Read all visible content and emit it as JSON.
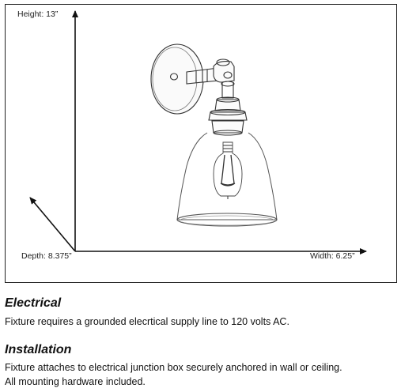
{
  "dimensions": {
    "height": "Height: 13”",
    "depth": "Depth: 8.375”",
    "width": "Width: 6.25”"
  },
  "electrical": {
    "title": "Electrical",
    "text": "Fixture requires a grounded elecrtical supply line to 120 volts AC."
  },
  "installation": {
    "title": "Installation",
    "line1": "Fixture attaches to electrical junction box securely anchored in wall or ceiling.",
    "line2": "All mounting hardware included."
  }
}
